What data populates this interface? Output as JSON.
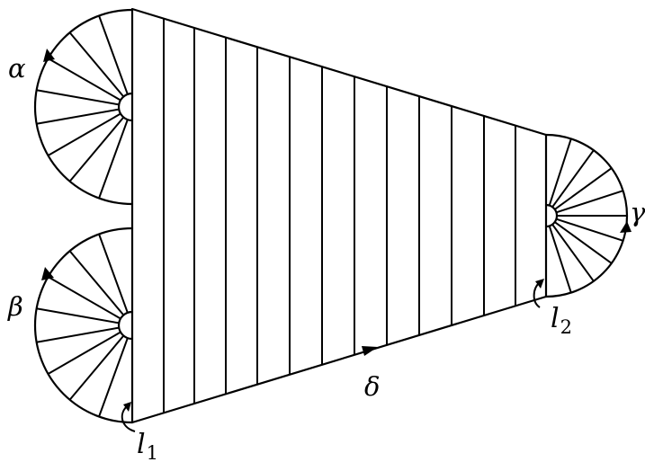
{
  "labels": {
    "alpha": "α",
    "beta": "β",
    "gamma": "γ",
    "delta": "δ",
    "l1_base": "l",
    "l1_sub": "1",
    "l2_base": "l",
    "l2_sub": "2"
  },
  "colors": {
    "stroke": "#000000",
    "background": "#ffffff"
  }
}
